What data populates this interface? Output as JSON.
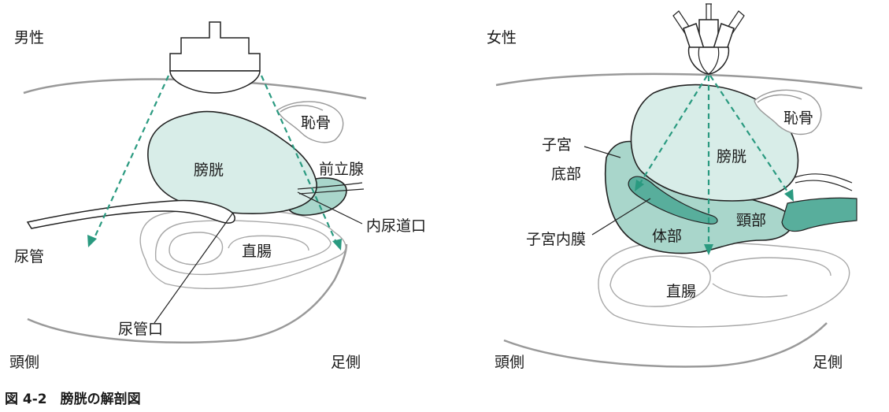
{
  "male": {
    "title": "男性",
    "labels": {
      "pubis": "恥骨",
      "bladder": "膀胱",
      "prostate": "前立腺",
      "internal_urethral_orifice": "内尿道口",
      "urethra": "尿管",
      "rectum": "直腸",
      "urethral_orifice": "尿管口",
      "head_side": "頭側",
      "foot_side": "足側"
    }
  },
  "female": {
    "title": "女性",
    "labels": {
      "pubis": "恥骨",
      "uterus": "子宮",
      "fundus": "底部",
      "bladder": "膀胱",
      "body": "体部",
      "cervix": "頸部",
      "endometrium": "子宮内膜",
      "rectum": "直腸",
      "head_side": "頭側",
      "foot_side": "足側"
    }
  },
  "caption": "図 4-2　膀胱の解剖図",
  "colors": {
    "organ_light": "#d8ede8",
    "organ_mid": "#a9d6cb",
    "organ_dark": "#58ae9c",
    "beam": "#2a9a80",
    "outline": "#999999"
  }
}
